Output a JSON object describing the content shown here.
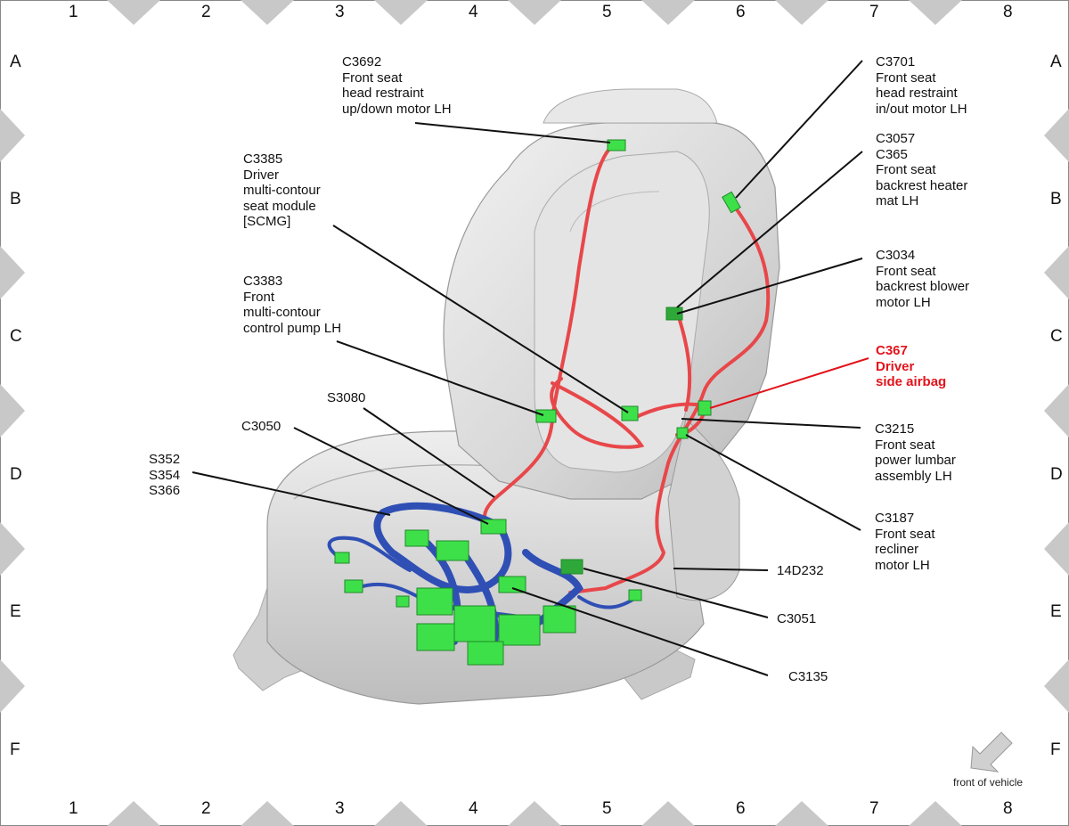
{
  "grid": {
    "columns": [
      "1",
      "2",
      "3",
      "4",
      "5",
      "6",
      "7",
      "8"
    ],
    "rows": [
      "A",
      "B",
      "C",
      "D",
      "E",
      "F"
    ]
  },
  "callouts": {
    "c3692": "C3692\nFront seat\nhead restraint\nup/down motor LH",
    "c3701": "C3701\nFront seat\nhead restraint\nin/out motor LH",
    "c3057": "C3057\nC365\nFront seat\nbackrest heater\nmat LH",
    "c3385": "C3385\nDriver\nmulti-contour\nseat module\n[SCMG]",
    "c3034": "C3034\nFront seat\nbackrest blower\nmotor LH",
    "c3383": "C3383\nFront\nmulti-contour\ncontrol pump LH",
    "c367": "C367\nDriver\nside airbag",
    "s3080": "S3080",
    "c3050": "C3050",
    "c3215": "C3215\nFront seat\npower lumbar\nassembly LH",
    "s352": "S352\nS354\nS366",
    "c3187": "C3187\nFront seat\nrecliner\nmotor LH",
    "h14d232": "14D232",
    "c3051": "C3051",
    "c3135": "C3135"
  },
  "orientation": {
    "label": "front of vehicle",
    "icon": "arrow-down-left-icon"
  },
  "colors": {
    "harness_red": "#e8474a",
    "harness_blue": "#2f4fb5",
    "connector_green": "#3ee04a",
    "seat_gray": "#d9d9d9",
    "warning_text": "#e2141b",
    "border_diamond": "#c8c8c8"
  }
}
